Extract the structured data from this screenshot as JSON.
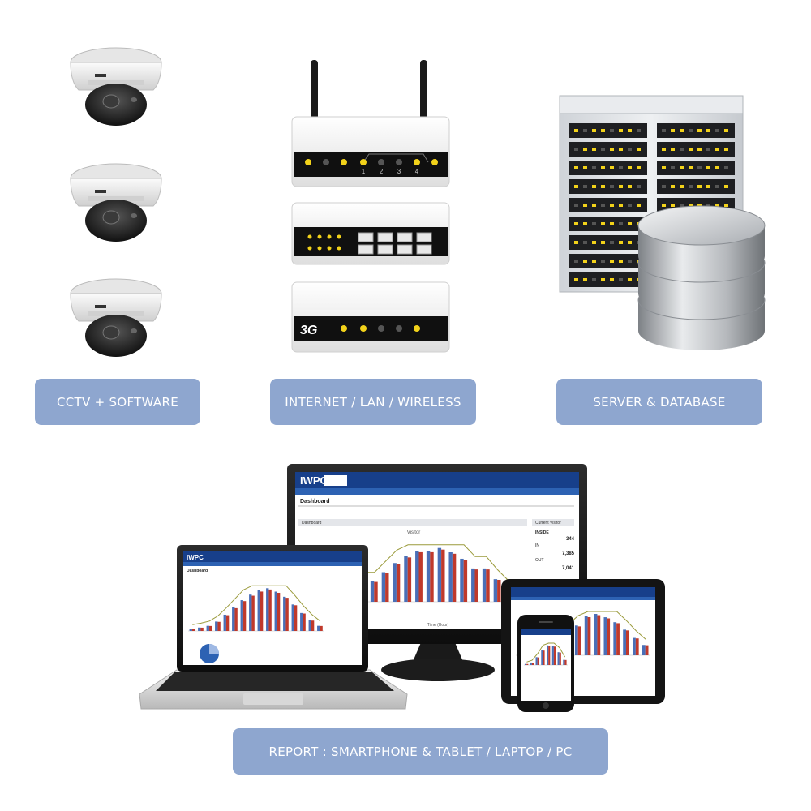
{
  "labels": {
    "cctv": "CCTV + SOFTWARE",
    "network": "INTERNET / LAN / WIRELESS",
    "server": "SERVER & DATABASE",
    "report": "REPORT : SMARTPHONE & TABLET / LAPTOP / PC"
  },
  "router": {
    "ports": [
      "1",
      "2",
      "3",
      "4"
    ]
  },
  "modem": {
    "badge": "3G"
  },
  "app": {
    "logo": "IWPC",
    "page_title": "Dashboard",
    "panel_title": "Dashboard",
    "side_title": "Current Visitor",
    "side_labels": [
      "INSIDE",
      "IN",
      "OUT"
    ],
    "side_values": [
      "344",
      "7,385",
      "7,041"
    ],
    "chart_title": "Visitor",
    "chart_xlabel": "Time (Hour)"
  },
  "colors": {
    "label_bg": "#8ea6cf",
    "app_header": "#173f8a",
    "bar_blue": "#4a6fb7",
    "bar_red": "#c0392b",
    "line_olive": "#9a9a3a",
    "led": "#f2d21a"
  }
}
